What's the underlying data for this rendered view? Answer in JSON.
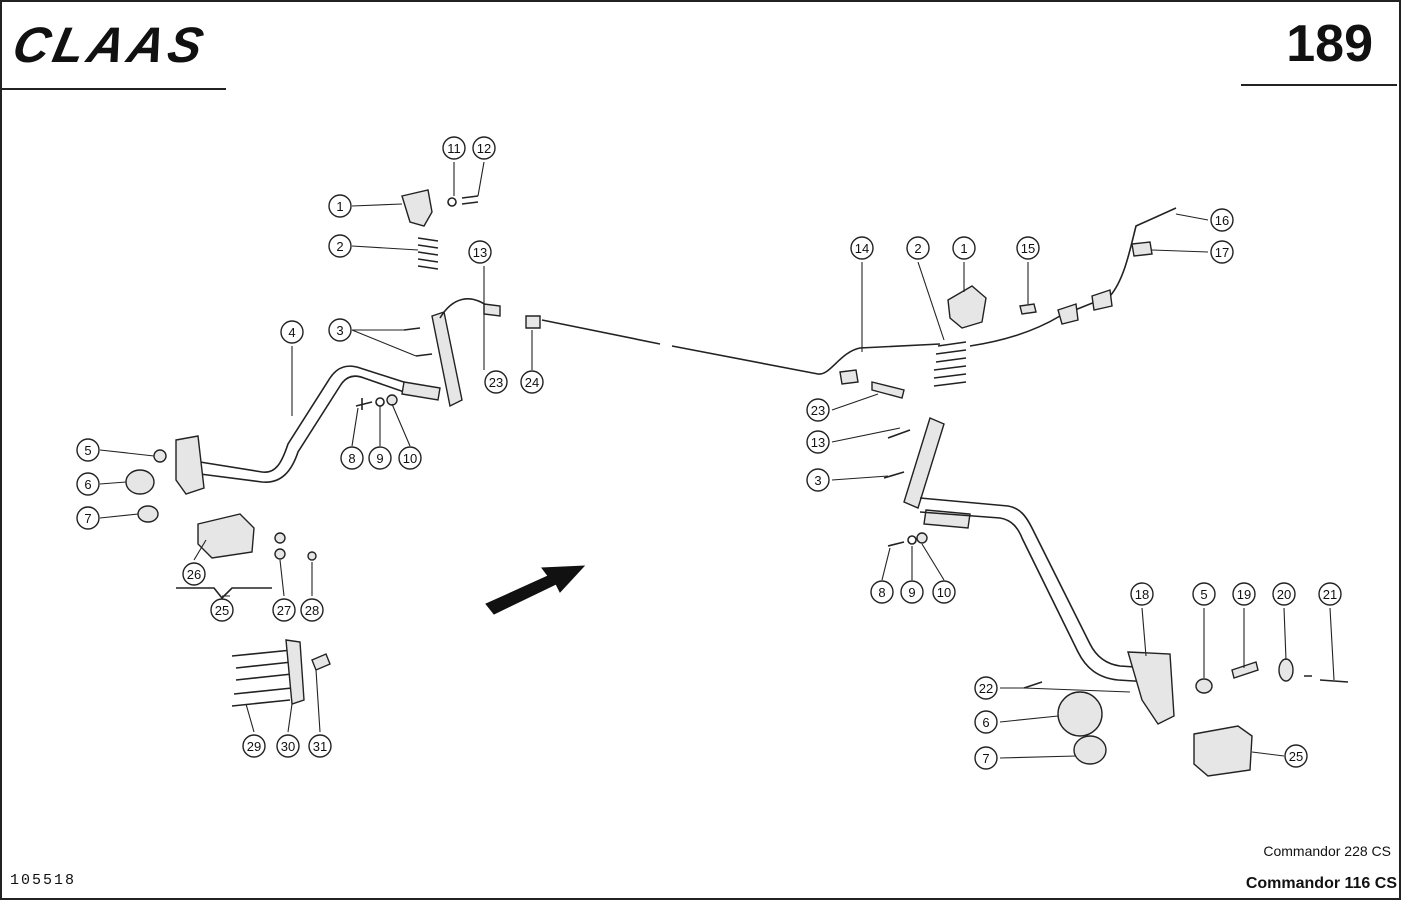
{
  "header": {
    "brand": "CLAAS",
    "page_number": "189"
  },
  "footer": {
    "doc_id": "105518",
    "model_line1": "Commandor 228 CS",
    "model_line2": "Commandor 116 CS"
  },
  "callouts": [
    {
      "label": "1"
    },
    {
      "label": "2"
    },
    {
      "label": "3"
    },
    {
      "label": "4"
    },
    {
      "label": "5"
    },
    {
      "label": "6"
    },
    {
      "label": "7"
    },
    {
      "label": "8"
    },
    {
      "label": "9"
    },
    {
      "label": "10"
    },
    {
      "label": "11"
    },
    {
      "label": "12"
    },
    {
      "label": "13"
    },
    {
      "label": "23"
    },
    {
      "label": "24"
    },
    {
      "label": "26"
    },
    {
      "label": "25"
    },
    {
      "label": "27"
    },
    {
      "label": "28"
    },
    {
      "label": "29"
    },
    {
      "label": "30"
    },
    {
      "label": "31"
    },
    {
      "label": "14"
    },
    {
      "label": "2"
    },
    {
      "label": "1"
    },
    {
      "label": "15"
    },
    {
      "label": "16"
    },
    {
      "label": "17"
    },
    {
      "label": "23"
    },
    {
      "label": "13"
    },
    {
      "label": "3"
    },
    {
      "label": "8"
    },
    {
      "label": "9"
    },
    {
      "label": "10"
    },
    {
      "label": "18"
    },
    {
      "label": "5"
    },
    {
      "label": "19"
    },
    {
      "label": "20"
    },
    {
      "label": "21"
    },
    {
      "label": "22"
    },
    {
      "label": "6"
    },
    {
      "label": "7"
    },
    {
      "label": "25"
    }
  ]
}
